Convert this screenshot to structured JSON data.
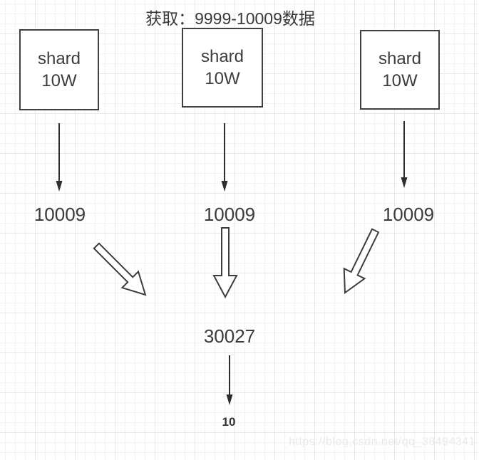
{
  "title": "获取：9999-10009数据",
  "shards": [
    {
      "name": "shard",
      "size": "10W",
      "result": "10009"
    },
    {
      "name": "shard",
      "size": "10W",
      "result": "10009"
    },
    {
      "name": "shard",
      "size": "10W",
      "result": "10009"
    }
  ],
  "merge": {
    "total": "30027",
    "final": "10"
  },
  "watermark": "https://blog.csdn.net/qq_38494341",
  "colors": {
    "stroke": "#404040",
    "text": "#3a3a3a",
    "grid_minor": "#f3f3f3",
    "grid_major": "#e7e7e7",
    "watermark": "#eaeaea"
  }
}
